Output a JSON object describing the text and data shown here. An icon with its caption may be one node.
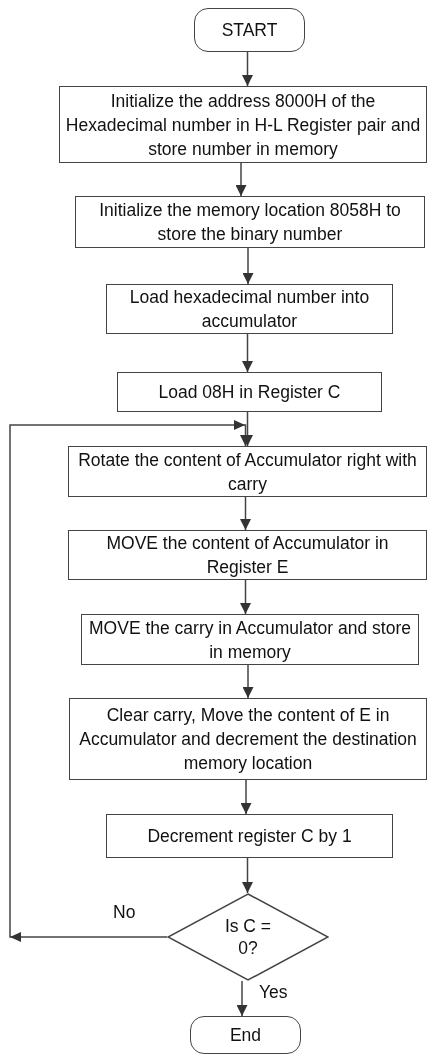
{
  "diagram": {
    "nodes": [
      {
        "text": [
          "START"
        ]
      },
      {
        "text": [
          "Initialize the address 8000H of the Hexadecimal number in H-L Register pair and store number in memory"
        ]
      },
      {
        "text": [
          "Initialize the memory location 8058H to store the binary number"
        ]
      },
      {
        "text": [
          "Load hexadecimal number into accumulator"
        ]
      },
      {
        "text": [
          "Load 08H in Register C"
        ]
      },
      {
        "text": [
          "Rotate the content of Accumulator right with carry"
        ]
      },
      {
        "text": [
          "MOVE the content of Accumulator in Register E"
        ]
      },
      {
        "text": [
          "MOVE the carry in Accumulator and store in memory"
        ]
      },
      {
        "text": [
          "Clear carry, Move the content of E in Accumulator and decrement the destination memory location"
        ]
      },
      {
        "text": [
          "Decrement register C by 1"
        ]
      },
      {
        "text": [
          "Is C = 0?"
        ]
      },
      {
        "text": [
          "End"
        ]
      }
    ],
    "edges": [
      {
        "from": 0,
        "to": 1,
        "arrow": "to"
      },
      {
        "from": 1,
        "to": 2,
        "arrow": "to"
      },
      {
        "from": 2,
        "to": 3,
        "arrow": "to"
      },
      {
        "from": 3,
        "to": 4,
        "arrow": "to"
      },
      {
        "from": 4,
        "to": 5,
        "arrow": "to"
      },
      {
        "from": 5,
        "to": 6,
        "arrow": "to"
      },
      {
        "from": 6,
        "to": 7,
        "arrow": "to"
      },
      {
        "from": 7,
        "to": 8,
        "arrow": "to"
      },
      {
        "from": 8,
        "to": 9,
        "arrow": "to"
      },
      {
        "from": 9,
        "to": 10,
        "arrow": "to"
      },
      {
        "from": 10,
        "to": 5,
        "label": "No",
        "arrow": "to"
      },
      {
        "from": 10,
        "to": 11,
        "label": "Yes",
        "arrow": "to"
      }
    ]
  }
}
